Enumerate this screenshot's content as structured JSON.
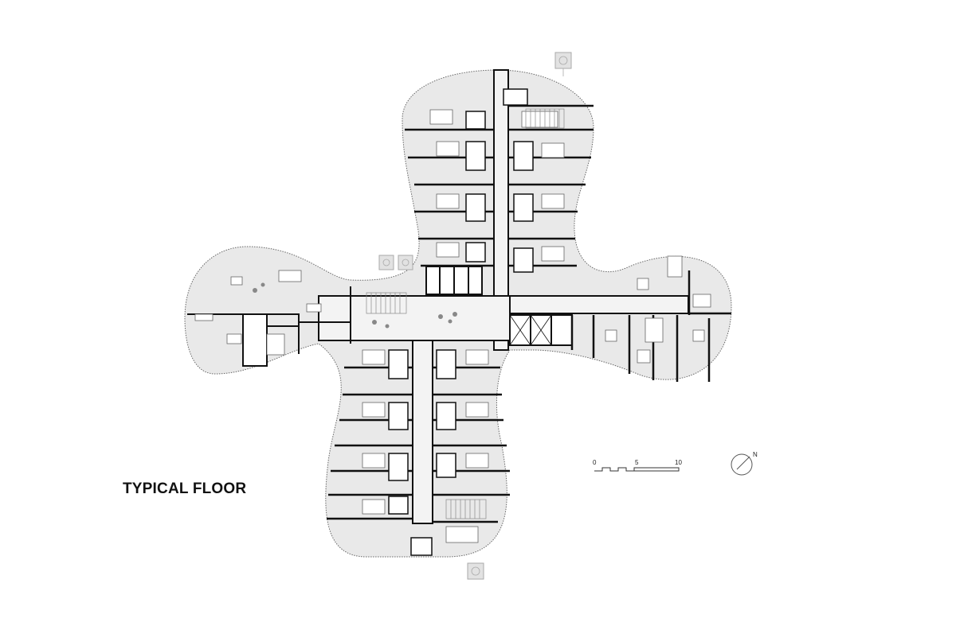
{
  "plan": {
    "title": "TYPICAL FLOOR"
  },
  "scale_bar": {
    "labels": [
      "0",
      "5",
      "10"
    ]
  },
  "north_arrow": {
    "label": "N"
  },
  "colors": {
    "floor_fill": "#e9e9e9",
    "wall": "#111111",
    "thin_line": "#555555",
    "glazing": "#777777"
  }
}
